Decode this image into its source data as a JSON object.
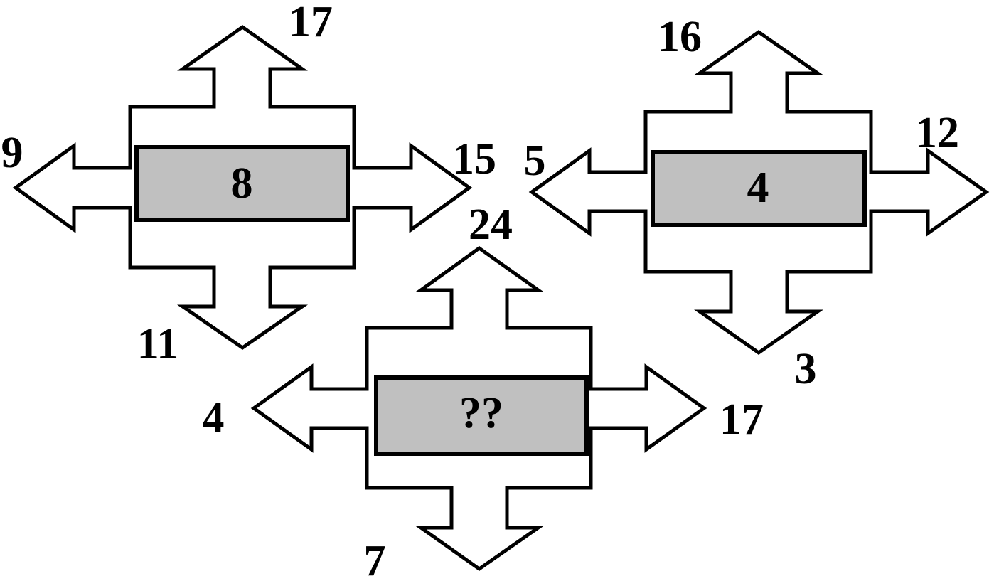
{
  "figures": [
    {
      "center": "8",
      "up": "17",
      "left": "9",
      "right": "15",
      "down": "11"
    },
    {
      "center": "4",
      "up": "16",
      "left": "5",
      "right": "12",
      "down": "3"
    },
    {
      "center": "??",
      "up": "24",
      "left": "4",
      "right": "17",
      "down": "7"
    }
  ],
  "colors": {
    "box_fill": "#c0c0c0",
    "stroke": "#000000",
    "background": "#ffffff"
  }
}
